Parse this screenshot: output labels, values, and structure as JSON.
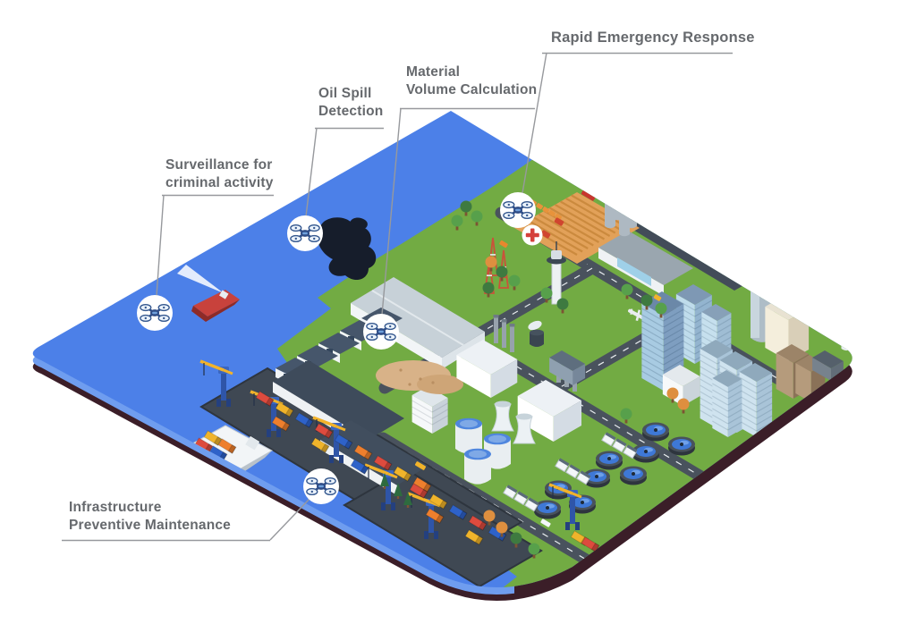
{
  "annotations": [
    {
      "id": "surveillance",
      "lines": [
        "Surveillance for",
        "criminal activity"
      ],
      "icon": "drone-icon"
    },
    {
      "id": "oil-spill",
      "lines": [
        "Oil Spill",
        "Detection"
      ],
      "icon": "drone-icon"
    },
    {
      "id": "material-volume",
      "lines": [
        "Material",
        "Volume Calculation"
      ],
      "icon": "drone-icon"
    },
    {
      "id": "rapid-emergency",
      "lines": [
        "Rapid Emergency Response"
      ],
      "icon": "drone-icon"
    },
    {
      "id": "infrastructure",
      "lines": [
        "Infrastructure",
        "Preventive Maintenance"
      ],
      "icon": "drone-icon"
    }
  ],
  "icons": {
    "drone": "quadcopter-top-view",
    "medical": "red-cross-circle"
  },
  "colors": {
    "background": "#ffffff",
    "water": "#4C80E8",
    "water_edge": "#6F9DEF",
    "land": "#72AB43",
    "platform_edge": "#3B1E28",
    "dock": "#3F4853",
    "road": "#49525D",
    "runway": "#3A434F",
    "farm": "#E2A159",
    "sand": "#D8B288",
    "oil_spill": "#161D2B",
    "label_text": "#66696D",
    "leader_line": "#97999D",
    "medical_cross": "#D5403B",
    "drone_body": "#2E4C86"
  }
}
